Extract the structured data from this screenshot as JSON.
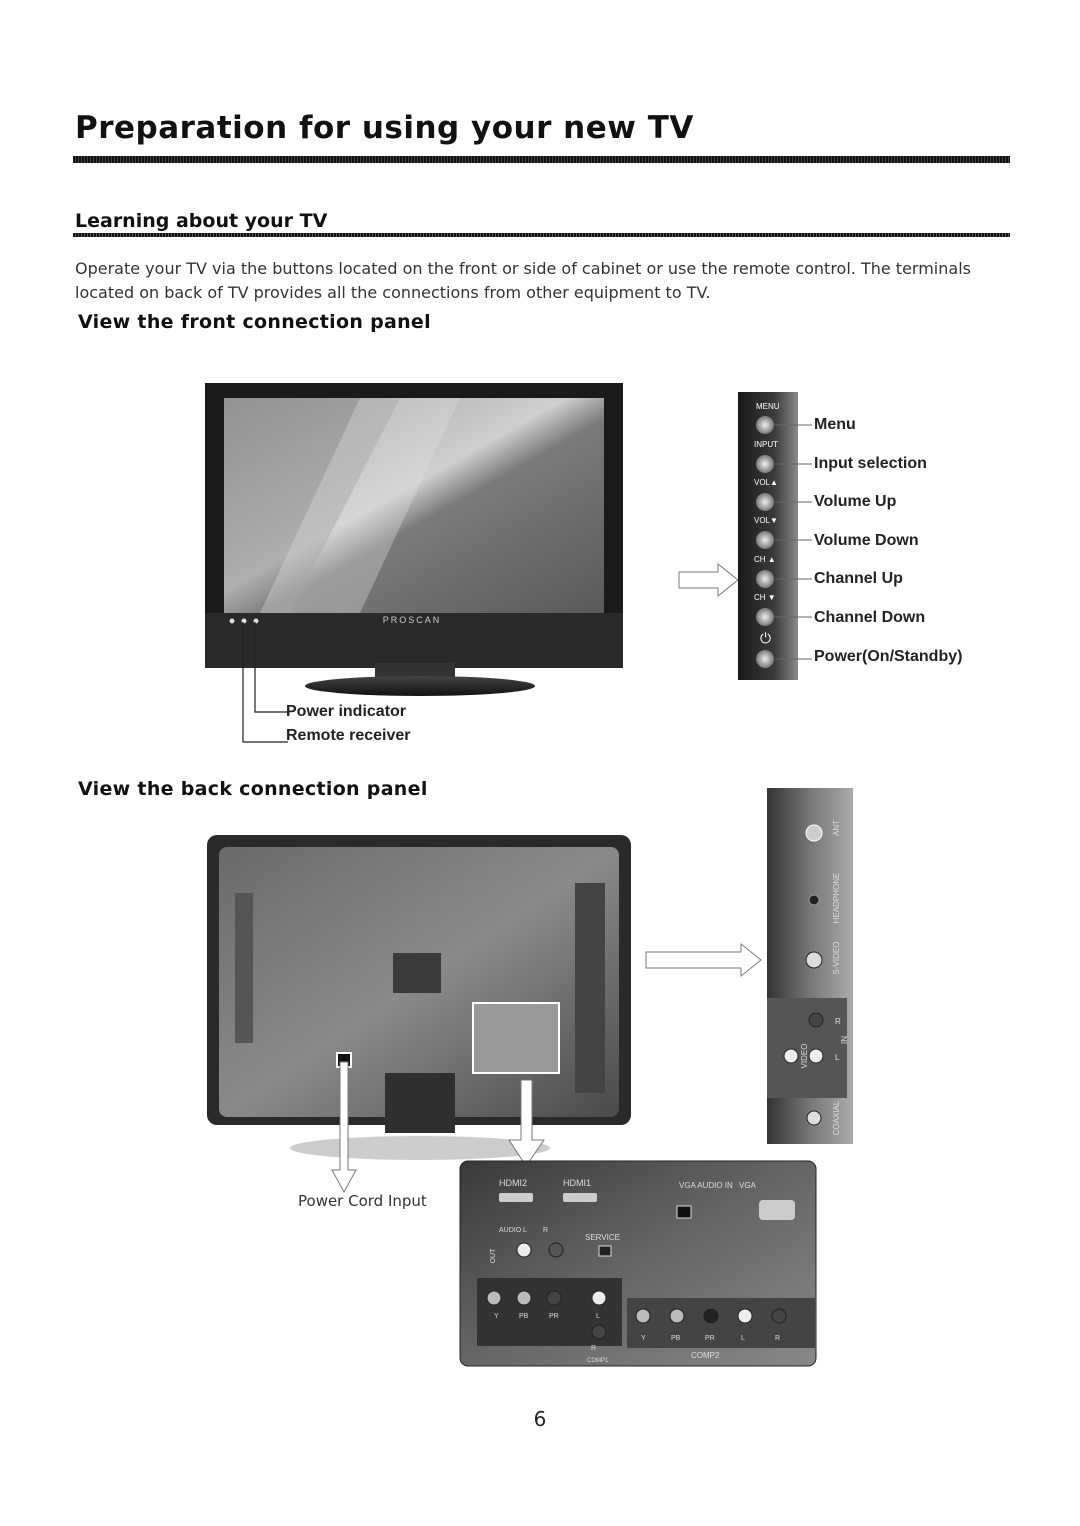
{
  "page": {
    "title": "Preparation for using your new TV",
    "section_title": "Learning about your TV",
    "intro": "Operate your TV via the buttons located on the front or side of cabinet or use the remote control. The terminals located on back of TV provides all the connections from other equipment to TV.",
    "page_number": "6"
  },
  "front_panel": {
    "heading": "View the front connection panel",
    "brand": "PROSCAN",
    "indicator_labels": [
      "Power  indicator",
      "Remote receiver"
    ],
    "buttons": [
      {
        "panel_label": "MENU",
        "callout": "Menu"
      },
      {
        "panel_label": "INPUT",
        "callout": "Input selection"
      },
      {
        "panel_label": "VOL▲",
        "callout": "Volume Up"
      },
      {
        "panel_label": "VOL▼",
        "callout": "Volume Down"
      },
      {
        "panel_label": "CH ▲",
        "callout": "Channel Up"
      },
      {
        "panel_label": "CH ▼",
        "callout": "Channel Down"
      },
      {
        "panel_label": "⏻",
        "callout": "Power(On/Standby)"
      }
    ]
  },
  "back_panel": {
    "heading": "View the back connection panel",
    "power_cord_label": "Power Cord Input",
    "side_ports": [
      "ANT",
      "HEADPHONE",
      "S-VIDEO",
      "VIDEO",
      "R",
      "L",
      "IN",
      "COAXIAL"
    ],
    "bottom_ports": {
      "hdmi": [
        "HDMI2",
        "HDMI1"
      ],
      "vga": [
        "VGA AUDIO IN",
        "VGA"
      ],
      "audio_out": [
        "OUT",
        "AUDIO",
        "L",
        "R"
      ],
      "service": "SERVICE",
      "comp1": [
        "Y",
        "PB",
        "PR",
        "L",
        "R",
        "COMP1"
      ],
      "comp2": [
        "Y",
        "PB",
        "PR",
        "L",
        "R",
        "COMP2"
      ]
    }
  }
}
